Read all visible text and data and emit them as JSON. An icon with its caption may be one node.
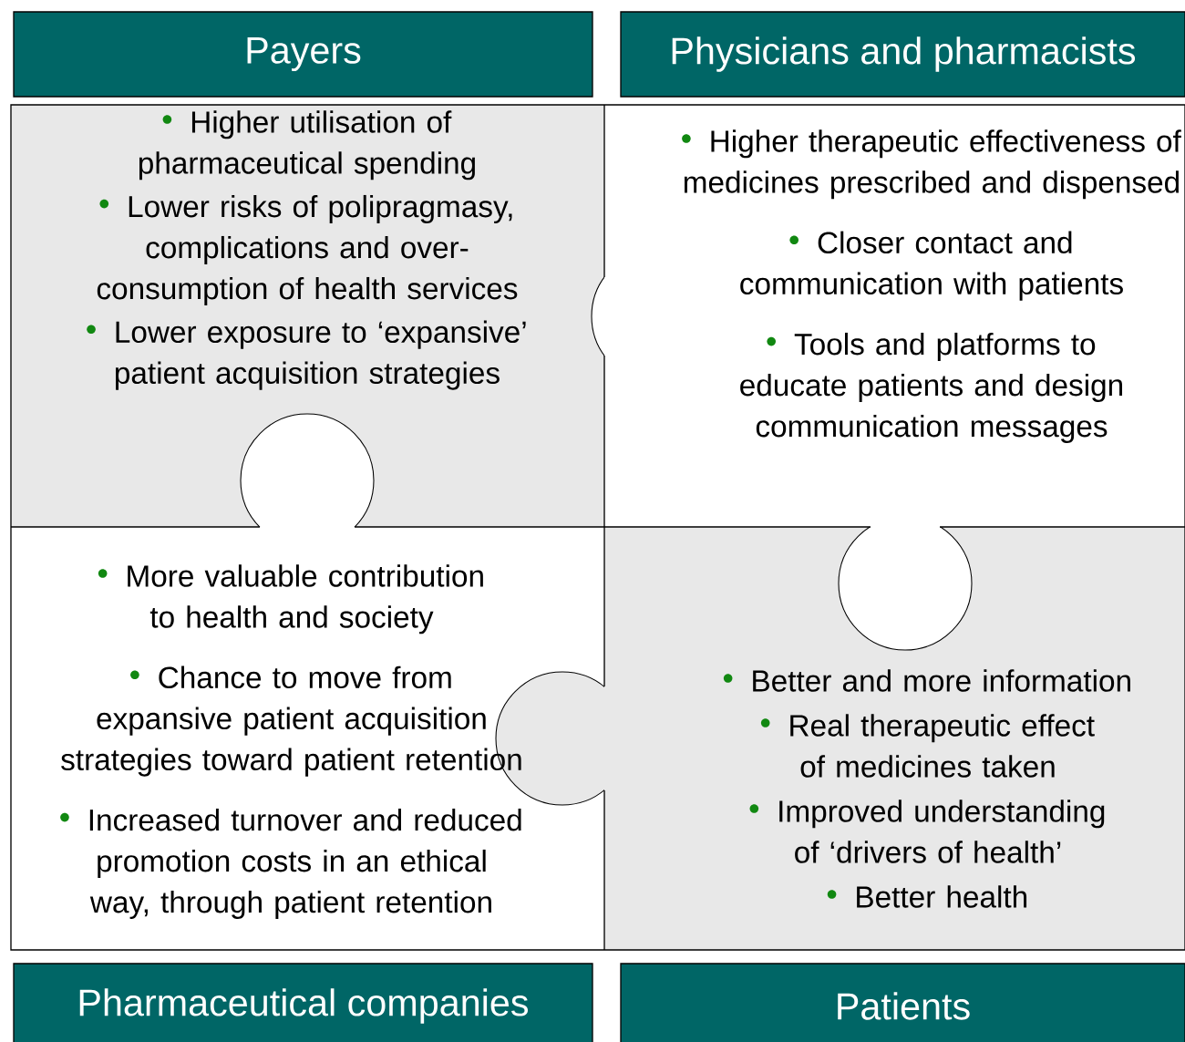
{
  "diagram": {
    "nodes": [
      {
        "text": [
          "Payers"
        ]
      },
      {
        "text": [
          "Physicians and pharmacists"
        ]
      },
      {
        "text": [
          "Higher utilisation of pharmaceutical spending",
          "Lower risks of polipragmasy, complications and over-consumption of health services",
          "Lower exposure to ‘expansive’ patient acquisition strategies"
        ]
      },
      {
        "text": [
          "Higher therapeutic effectiveness of medicines prescribed and dispensed",
          "Closer contact and communication with patients",
          "Tools and platforms to educate patients and design communication messages"
        ]
      },
      {
        "text": [
          "More valuable contribution to health and society",
          "Chance to move from expansive patient acquisition strategies toward patient retention",
          "Increased turnover and reduced promotion costs in an ethical way, through patient retention"
        ]
      },
      {
        "text": [
          "Better and more information",
          "Real therapeutic effect of medicines taken",
          "Improved understanding of ‘drivers of health’",
          "Better health"
        ]
      },
      {
        "text": [
          "Pharmaceutical companies"
        ]
      },
      {
        "text": [
          "Patients"
        ]
      }
    ]
  }
}
